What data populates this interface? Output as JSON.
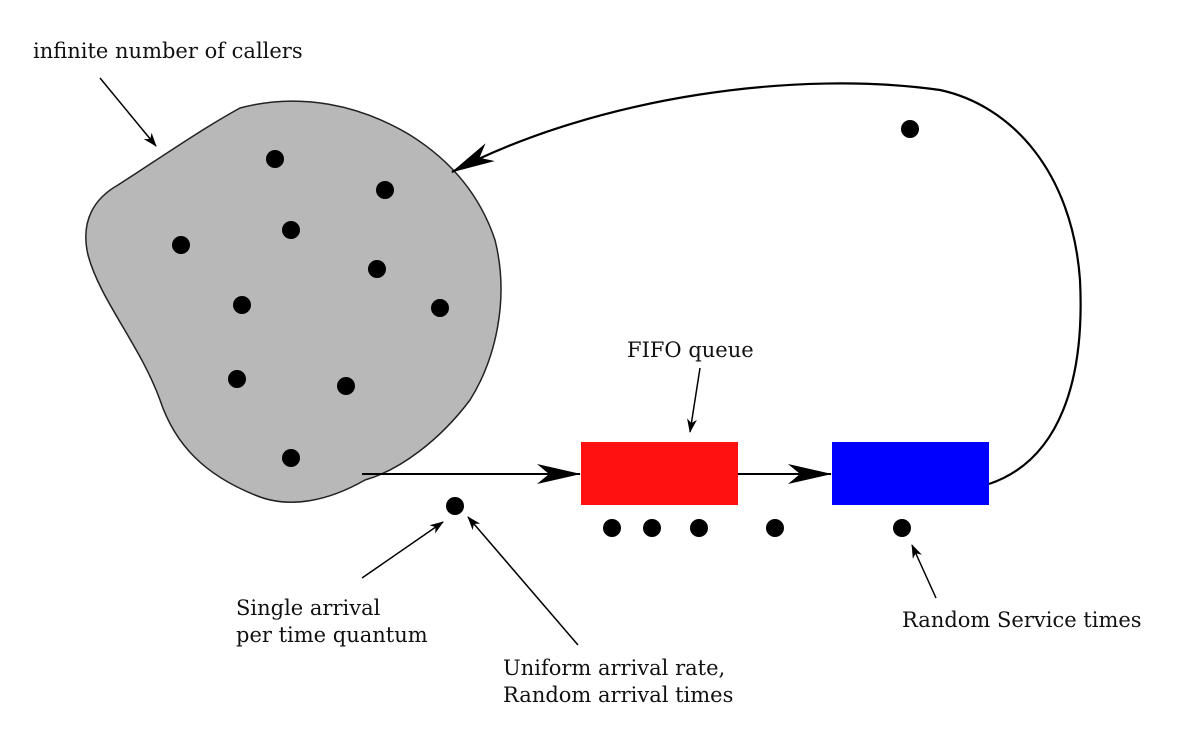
{
  "labels": {
    "population": "infinite number of callers",
    "queue": "FIFO queue",
    "single_arrival": [
      "Single arrival",
      "per time quantum"
    ],
    "arrival_rate": [
      "Uniform arrival rate,",
      "Random arrival times"
    ],
    "service": "Random Service times"
  },
  "colors": {
    "population_fill": "#b8b8b8",
    "queue_box": "#ff1111",
    "server_box": "#0000ff",
    "dots": "#000000",
    "lines": "#000000"
  }
}
